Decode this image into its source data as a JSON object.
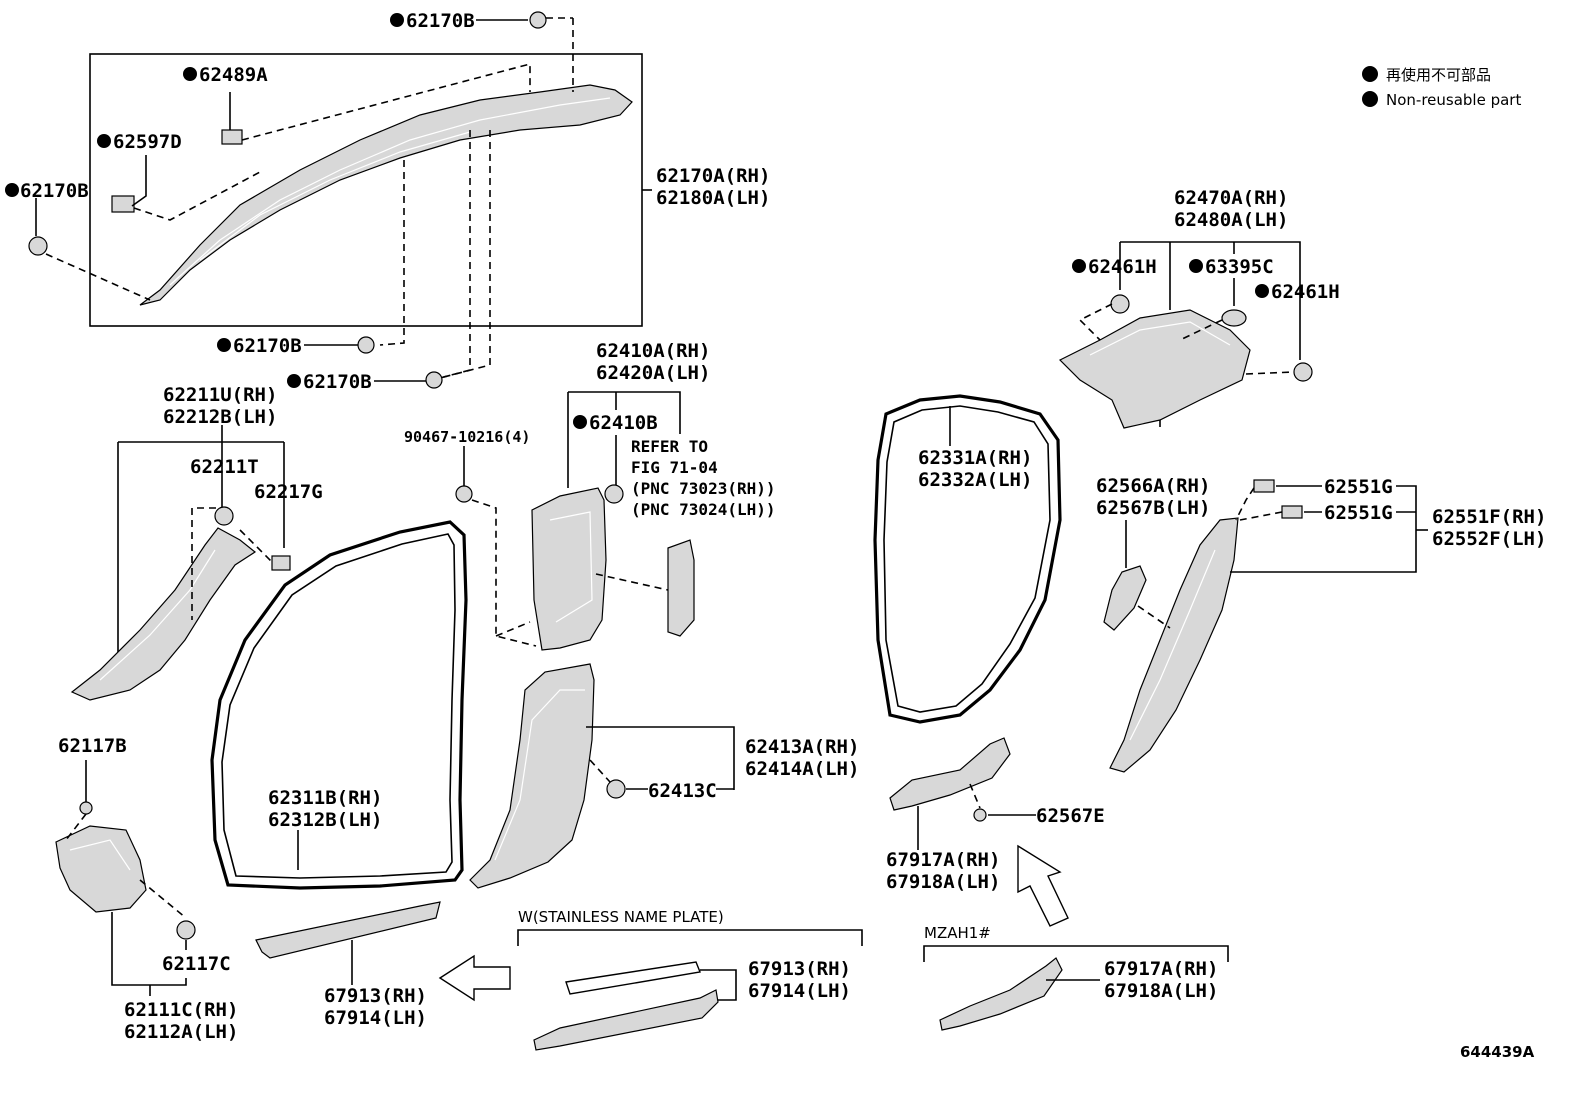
{
  "legend": {
    "jp": "再使用不可部品",
    "en": "Non-reusable part"
  },
  "figure_id": "644439A",
  "labels": {
    "p62170B_top": "62170B",
    "p62489A": "62489A",
    "p62597D": "62597D",
    "p62170B_left": "62170B",
    "p62170A_rh": "62170A(RH)",
    "p62180A_lh": "62180A(LH)",
    "p62170B_mid1": "62170B",
    "p62170B_mid2": "62170B",
    "p62211U_rh": "62211U(RH)",
    "p62212B_lh": "62212B(LH)",
    "p62211T": "62211T",
    "p62217G": "62217G",
    "p90467": "90467-10216(4)",
    "p62410A_rh": "62410A(RH)",
    "p62420A_lh": "62420A(LH)",
    "p62410B": "62410B",
    "refer1": "REFER TO",
    "refer2": "FIG 71-04",
    "refer3": "(PNC 73023(RH))",
    "refer4": "(PNC 73024(LH))",
    "p62470A_rh": "62470A(RH)",
    "p62480A_lh": "62480A(LH)",
    "p62461H_a": "62461H",
    "p63395C": "63395C",
    "p62461H_b": "62461H",
    "p62331A_rh": "62331A(RH)",
    "p62332A_lh": "62332A(LH)",
    "p62566A_rh": "62566A(RH)",
    "p62567B_lh": "62567B(LH)",
    "p62551G_a": "62551G",
    "p62551G_b": "62551G",
    "p62551F_rh": "62551F(RH)",
    "p62552F_lh": "62552F(LH)",
    "p62117B": "62117B",
    "p62117C": "62117C",
    "p62111C_rh": "62111C(RH)",
    "p62112A_lh": "62112A(LH)",
    "p62311B_rh": "62311B(RH)",
    "p62312B_lh": "62312B(LH)",
    "p62413A_rh": "62413A(RH)",
    "p62414A_lh": "62414A(LH)",
    "p62413C": "62413C",
    "p62567E": "62567E",
    "p67917A_rh_a": "67917A(RH)",
    "p67918A_lh_a": "67918A(LH)",
    "p67913_rh_a": "67913(RH)",
    "p67914_lh_a": "67914(LH)",
    "w_plate": "W(STAINLESS NAME PLATE)",
    "p67913_rh_b": "67913(RH)",
    "p67914_lh_b": "67914(LH)",
    "mzah": "MZAH1#",
    "p67917A_rh_b": "67917A(RH)",
    "p67918A_lh_b": "67918A(LH)"
  }
}
